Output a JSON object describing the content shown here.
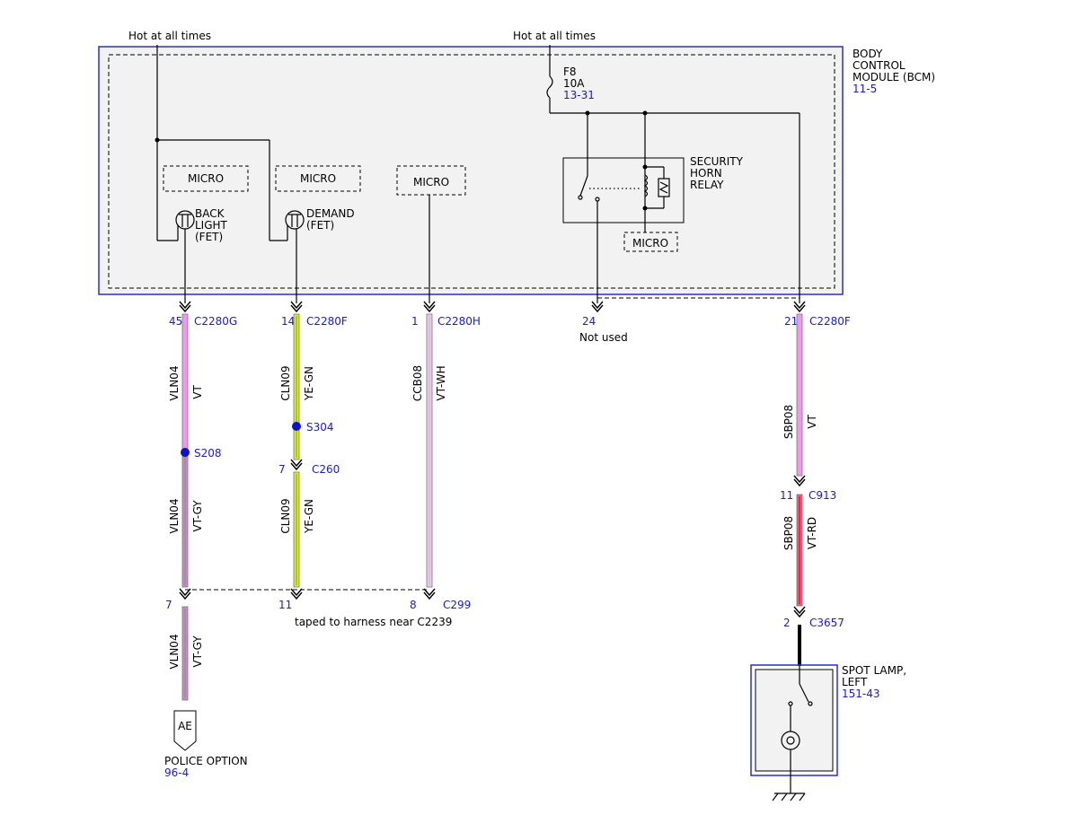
{
  "colors": {
    "module_border": "#2a2ad8",
    "module_fill": "#f2f2f2",
    "reference_text": "#1a1ad6",
    "splice_dot": "#1010d0",
    "wire_vt": "#ee99ee",
    "wire_vt_gy": "#c88cc8",
    "wire_ye_gn": "#ddee22",
    "wire_vt_wh": "#f0c8f0",
    "wire_vt_rd": "#ff5577",
    "wire_black": "#000000"
  },
  "feeds": {
    "left": "Hot at all times",
    "right": "Hot at all times"
  },
  "bcm": {
    "label_lines": [
      "BODY",
      "CONTROL",
      "MODULE (BCM)"
    ],
    "ref": "11-5"
  },
  "fuse": {
    "name": "F8",
    "rating": "10A",
    "ref": "13-31"
  },
  "relay": {
    "label_lines": [
      "SECURITY",
      "HORN",
      "RELAY"
    ]
  },
  "micro_label": "MICRO",
  "fet_backlight": {
    "lines": [
      "BACK",
      "LIGHT",
      "(FET)"
    ]
  },
  "fet_demand": {
    "lines": [
      "DEMAND",
      "(FET)"
    ]
  },
  "pins": {
    "p45": {
      "pin": "45",
      "connector": "C2280G"
    },
    "p14": {
      "pin": "14",
      "connector": "C2280F"
    },
    "p1": {
      "pin": "1",
      "connector": "C2280H"
    },
    "p24": {
      "pin": "24",
      "note": "Not used"
    },
    "p21": {
      "pin": "21",
      "connector": "C2280F"
    }
  },
  "wires": {
    "w1": {
      "circuit": "VLN04",
      "color": "VT"
    },
    "w2": {
      "circuit": "VLN04",
      "color": "VT-GY"
    },
    "w3": {
      "circuit": "VLN04",
      "color": "VT-GY"
    },
    "w4": {
      "circuit": "CLN09",
      "color": "YE-GN"
    },
    "w5": {
      "circuit": "CLN09",
      "color": "YE-GN"
    },
    "w6": {
      "circuit": "CCB08",
      "color": "VT-WH"
    },
    "w7": {
      "circuit": "SBP08",
      "color": "VT"
    },
    "w8": {
      "circuit": "SBP08",
      "color": "VT-RD"
    }
  },
  "splices": {
    "s208": "S208",
    "s304": "S304"
  },
  "connectors": {
    "c260": {
      "pin": "7",
      "name": "C260"
    },
    "c913": {
      "pin": "11",
      "name": "C913"
    },
    "c3657": {
      "pin": "2",
      "name": "C3657"
    },
    "c299_a": {
      "pin": "7"
    },
    "c299_b": {
      "pin": "11"
    },
    "c299_c": {
      "pin": "8",
      "name": "C299"
    }
  },
  "taped_note": "taped to harness near C2239",
  "police": {
    "code": "AE",
    "label": "POLICE OPTION",
    "ref": "96-4"
  },
  "spot_lamp": {
    "label_lines": [
      "SPOT LAMP,",
      "LEFT"
    ],
    "ref": "151-43"
  }
}
